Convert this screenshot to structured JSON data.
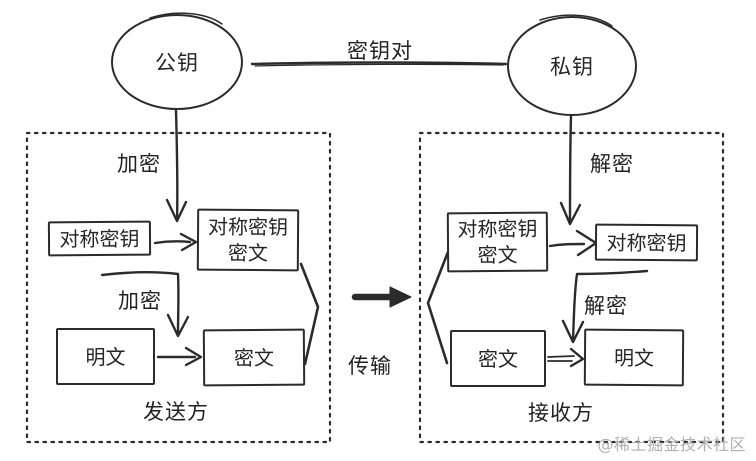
{
  "top": {
    "public_key": "公钥",
    "private_key": "私钥",
    "key_pair": "密钥对"
  },
  "sender": {
    "title": "发送方",
    "encrypt1": "加密",
    "encrypt2": "加密",
    "symmetric_key": "对称密钥",
    "symmetric_key_cipher": "对称密钥\n密文",
    "plaintext": "明文",
    "ciphertext": "密文"
  },
  "receiver": {
    "title": "接收方",
    "decrypt1": "解密",
    "decrypt2": "解密",
    "symmetric_key_cipher": "对称密钥\n密文",
    "symmetric_key": "对称密钥",
    "ciphertext": "密文",
    "plaintext": "明文"
  },
  "middle": {
    "transmission": "传输"
  },
  "watermark": "@稀土掘金技术社区",
  "colors": {
    "stroke": "#2b2b2b",
    "background": "#ffffff",
    "watermark_gray": "#b1aeae"
  }
}
